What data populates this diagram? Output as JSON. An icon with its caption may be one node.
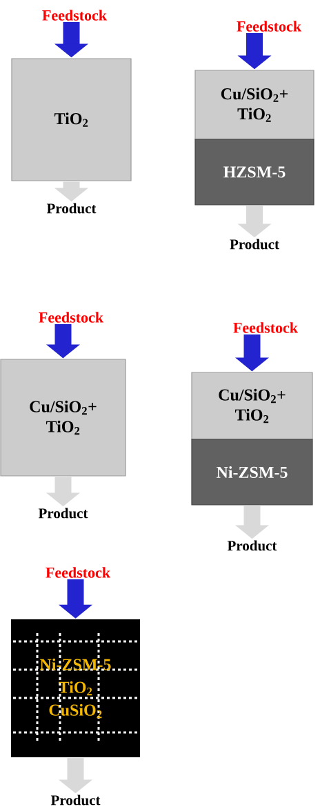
{
  "diagram": {
    "nodes": [
      {
        "text": [
          "Feedstock"
        ]
      },
      {
        "text": [
          "TiO$_{2}$"
        ]
      },
      {
        "text": [
          "Product"
        ]
      },
      {
        "text": [
          "Feedstock"
        ]
      },
      {
        "text": [
          "Cu/SiO$_{2}$+ TiO$_{2}$"
        ]
      },
      {
        "text": [
          "HZSM-5"
        ]
      },
      {
        "text": [
          "Product"
        ]
      },
      {
        "text": [
          "Feedstock"
        ]
      },
      {
        "text": [
          "Cu/SiO$_{2}$+ TiO$_{2}$"
        ]
      },
      {
        "text": [
          "Product"
        ]
      },
      {
        "text": [
          "Feedstock"
        ]
      },
      {
        "text": [
          "Cu/SiO$_{2}$+ TiO$_{2}$"
        ]
      },
      {
        "text": [
          "Ni-ZSM-5"
        ]
      },
      {
        "text": [
          "Product"
        ]
      },
      {
        "text": [
          "Feedstock"
        ]
      },
      {
        "text": [
          "Ni-ZSM-5",
          "TiO$_{2}$",
          "CuSiO$_{2}$"
        ]
      },
      {
        "text": [
          "Product"
        ]
      }
    ],
    "edges": [
      {
        "from": 0,
        "to": 1,
        "arrow": "to",
        "color": "#2323d0"
      },
      {
        "from": 1,
        "to": 2,
        "arrow": "to",
        "color": "#d9d9d9"
      },
      {
        "from": 3,
        "to": 4,
        "arrow": "to",
        "color": "#2323d0"
      },
      {
        "from": 5,
        "to": 6,
        "arrow": "to",
        "color": "#d9d9d9"
      },
      {
        "from": 7,
        "to": 8,
        "arrow": "to",
        "color": "#2323d0"
      },
      {
        "from": 8,
        "to": 9,
        "arrow": "to",
        "color": "#d9d9d9"
      },
      {
        "from": 10,
        "to": 11,
        "arrow": "to",
        "color": "#2323d0"
      },
      {
        "from": 12,
        "to": 13,
        "arrow": "to",
        "color": "#d9d9d9"
      },
      {
        "from": 14,
        "to": 15,
        "arrow": "to",
        "color": "#2323d0"
      },
      {
        "from": 15,
        "to": 16,
        "arrow": "to",
        "color": "#d9d9d9"
      }
    ]
  }
}
